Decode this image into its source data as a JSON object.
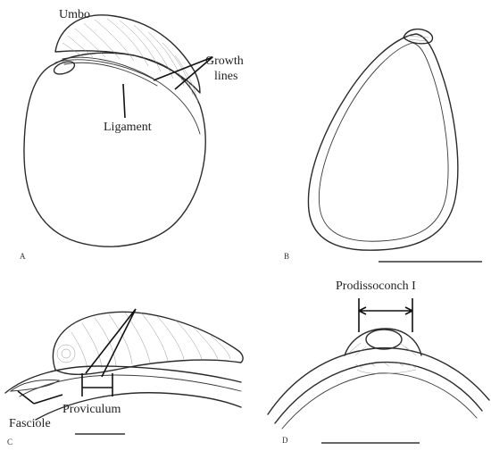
{
  "panels": {
    "a": {
      "letter": "A",
      "umbo": "Umbo",
      "growth_1": "Growth",
      "growth_2": "lines",
      "ligament": "Ligament"
    },
    "b": {
      "letter": "B"
    },
    "c": {
      "letter": "C",
      "proviculum": "Proviculum",
      "fasciole": "Fasciole"
    },
    "d": {
      "letter": "D",
      "prodissoconch": "Prodissoconch I"
    }
  },
  "colors": {
    "ink": "#2b2b2b",
    "background": "#ffffff"
  }
}
